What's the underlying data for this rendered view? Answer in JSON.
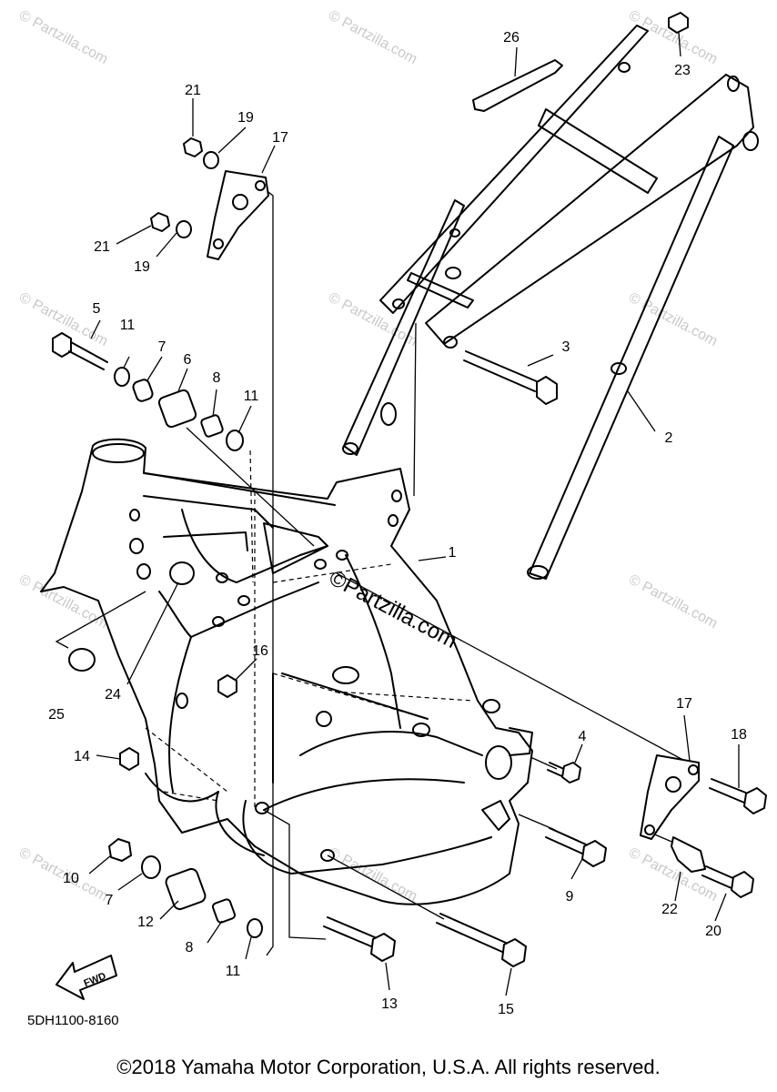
{
  "diagram": {
    "title": "",
    "callouts": [
      "1",
      "2",
      "3",
      "4",
      "5",
      "6",
      "7",
      "8",
      "9",
      "10",
      "11",
      "12",
      "13",
      "14",
      "15",
      "16",
      "17",
      "18",
      "19",
      "20",
      "21",
      "22",
      "23",
      "24",
      "25",
      "26"
    ],
    "parts": {
      "n1": "1",
      "n2": "2",
      "n3": "3",
      "n4": "4",
      "n5": "5",
      "n6": "6",
      "n7a": "7",
      "n7b": "7",
      "n8a": "8",
      "n8b": "8",
      "n9": "9",
      "n10": "10",
      "n11a": "11",
      "n11b": "11",
      "n11c": "11",
      "n12": "12",
      "n13": "13",
      "n14": "14",
      "n15": "15",
      "n16": "16",
      "n17a": "17",
      "n17b": "17",
      "n18": "18",
      "n19a": "19",
      "n19b": "19",
      "n20": "20",
      "n21a": "21",
      "n21b": "21",
      "n22": "22",
      "n23": "23",
      "n24": "24",
      "n25": "25",
      "n26": "26"
    },
    "fwd_label": "FWD",
    "watermark": "© Partzilla.com",
    "center_watermark": "©Partzilla.com",
    "diagram_code": "5DH1100-8160",
    "copyright": "©2018 Yamaha Motor Corporation, U.S.A. All rights reserved."
  }
}
